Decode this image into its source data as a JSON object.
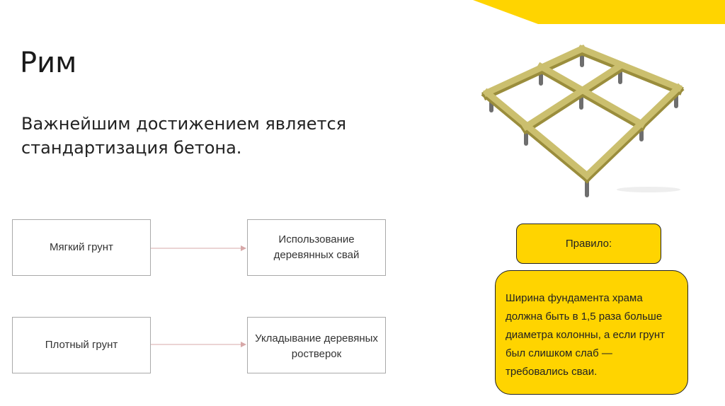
{
  "slide": {
    "title": "Рим",
    "subtitle": "Важнейшим достижением является стандартизация бетона."
  },
  "flow": {
    "soft_soil": "Мягкий грунт",
    "wooden_piles": "Использование деревянных свай",
    "dense_soil": "Плотный грунт",
    "wooden_grillage": "Укладывание деревяных ростверок"
  },
  "rule": {
    "label": "Правило:",
    "text": "Ширина фундамента храма должна быть в 1,5 раза больше диаметра колонны, а если грунт был слишком слаб — требовались сваи."
  },
  "colors": {
    "accent": "#ffd400",
    "timber": "#cbbf6e",
    "pile": "#7a7a7a"
  },
  "illustration": {
    "icon": "wooden-grillage-foundation-icon"
  }
}
